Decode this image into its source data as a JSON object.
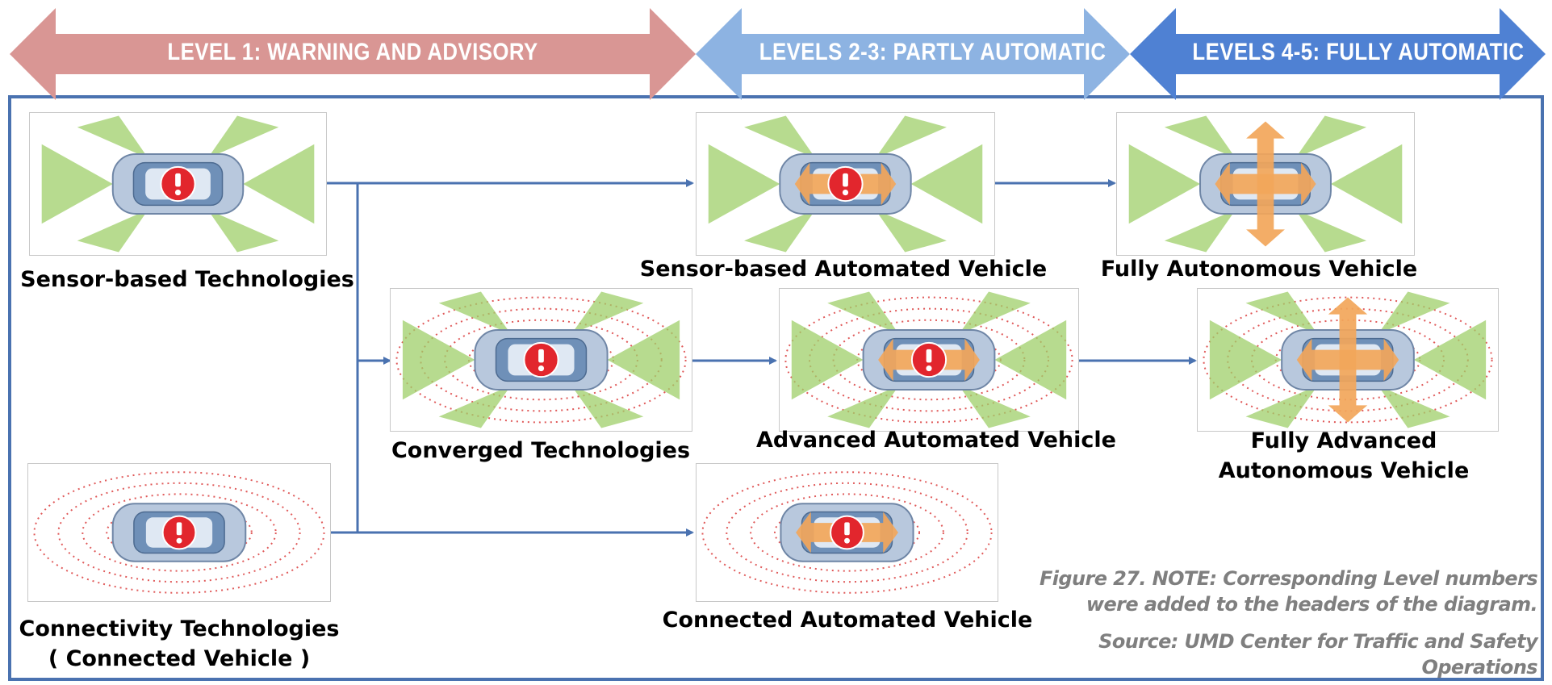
{
  "headers": {
    "level1": "LEVEL 1: WARNING AND ADVISORY",
    "level23": "LEVELS 2-3: PARTLY AUTOMATIC",
    "level45": "LEVELS 4-5: FULLY AUTOMATIC"
  },
  "nodes": {
    "sensor_based_technologies": "Sensor-based Technologies",
    "connectivity_technologies_line1": "Connectivity Technologies",
    "connectivity_technologies_line2": "( Connected Vehicle )",
    "converged_technologies": "Converged Technologies",
    "sensor_based_automated_vehicle": "Sensor-based Automated Vehicle",
    "advanced_automated_vehicle": "Advanced Automated Vehicle",
    "connected_automated_vehicle": "Connected Automated Vehicle",
    "fully_autonomous_vehicle": "Fully Autonomous Vehicle",
    "fully_advanced_autonomous_vehicle_line1": "Fully Advanced",
    "fully_advanced_autonomous_vehicle_line2": "Autonomous Vehicle"
  },
  "note": {
    "line1": "Figure 27. NOTE: Corresponding Level numbers",
    "line2": "were added to the headers of the diagram.",
    "line3": "Source: UMD Center for Traffic and Safety",
    "line4": "Operations"
  },
  "colors": {
    "level1_band": "#d99694",
    "level23_band": "#8db3e2",
    "level45_band": "#4f81d3",
    "frame": "#4a72b0",
    "connector": "#4a72b0",
    "note_text": "#7f7f7f"
  }
}
